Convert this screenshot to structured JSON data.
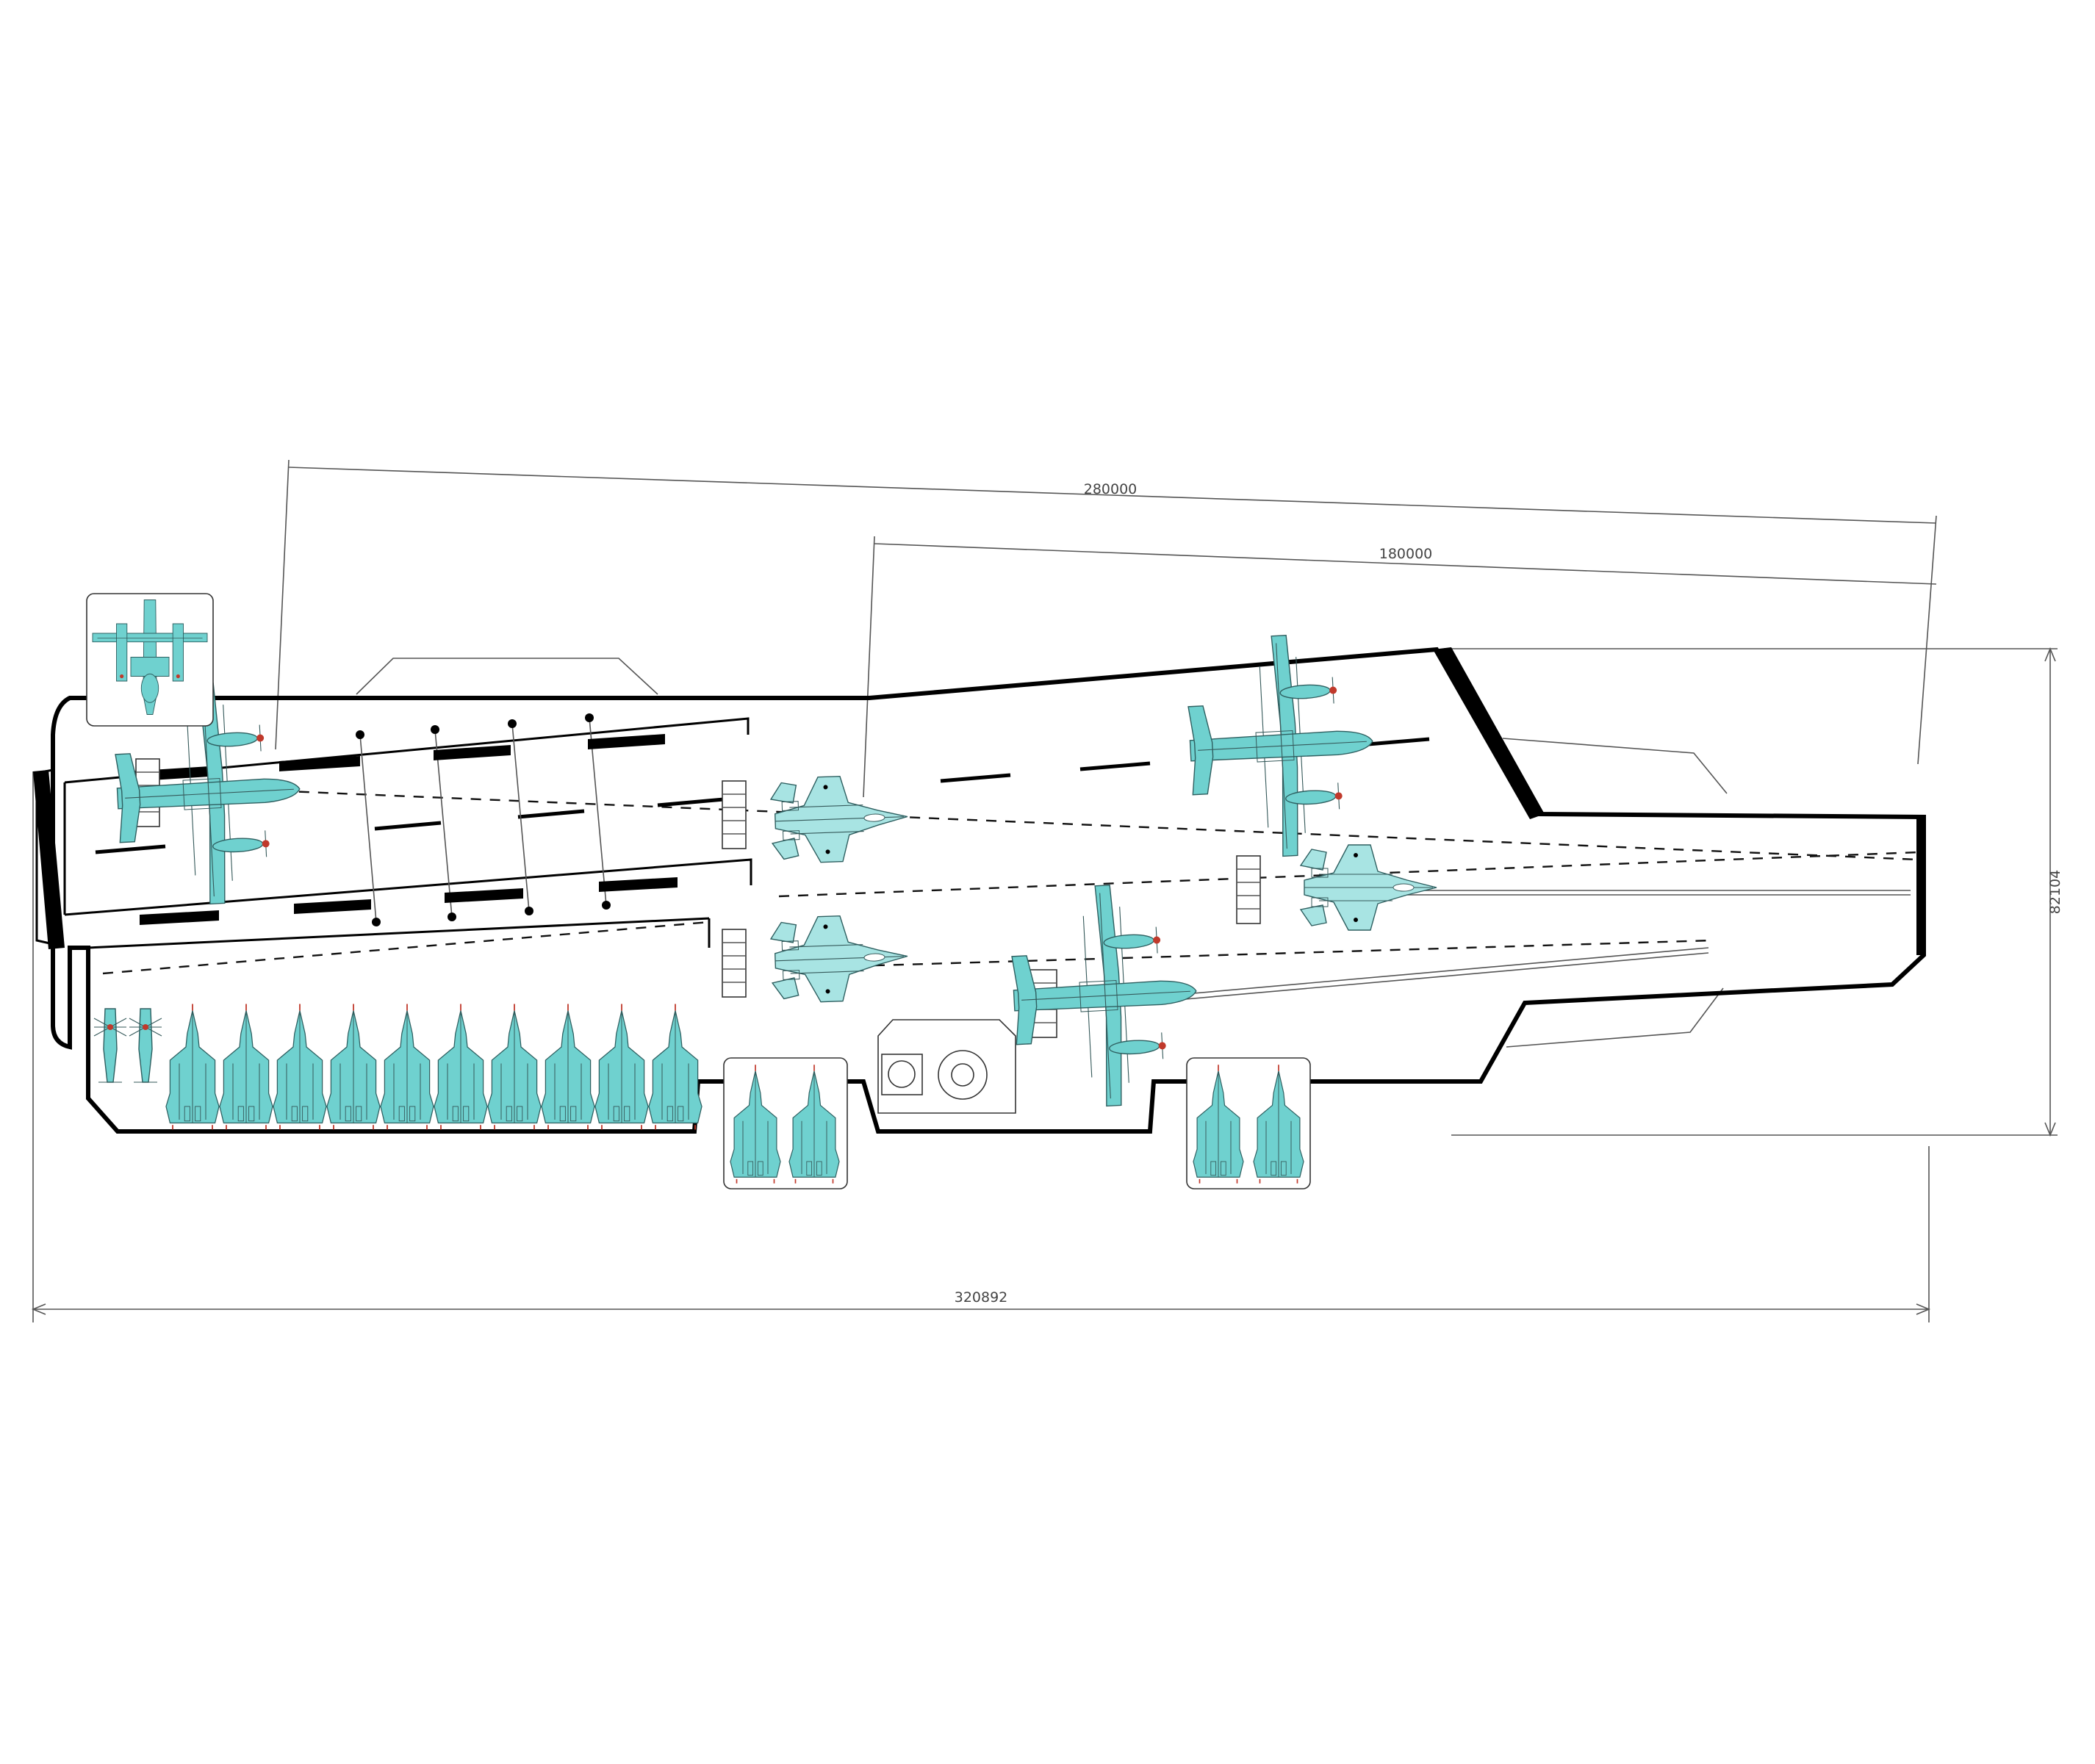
{
  "drawing": {
    "dimensions": {
      "overall_length": "320892",
      "angled_deck_length": "280000",
      "bow_runway_length": "180000",
      "beam_width": "82104"
    }
  },
  "colors": {
    "aircraft_fill": "#6fd1cf",
    "aircraft_fill_light": "#a8e4e3",
    "outline": "#000000"
  },
  "aircraft": {
    "tiltrotor_count": 4,
    "stealth_fighter_count": 3,
    "parked_fighter_row_count": 10,
    "elevator_fighter_count": 4,
    "helicopter_count": 2
  }
}
